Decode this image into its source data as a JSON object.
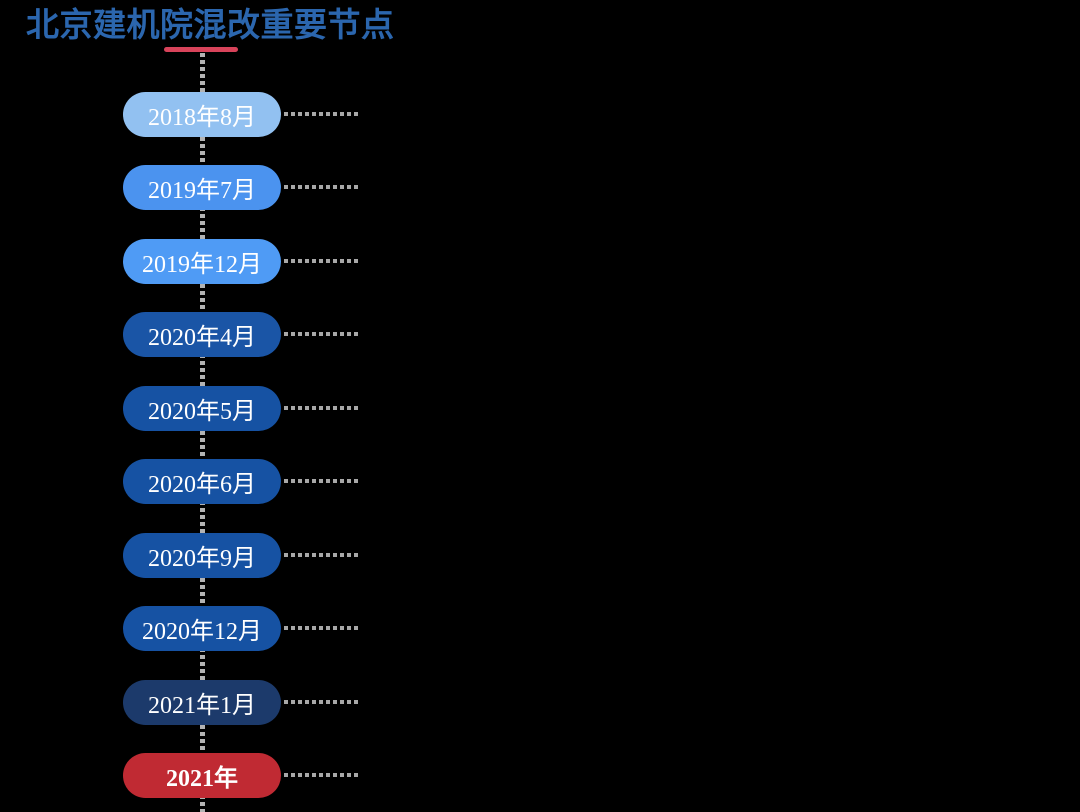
{
  "title": {
    "text": "北京建机院混改重要节点",
    "color": "#2b66ae",
    "underline_color": "#d8435a"
  },
  "timeline": {
    "axis_color": "#b3b3b3",
    "connector_color": "#a8a8a8",
    "label_text_color": "#ffffff",
    "items": [
      {
        "label": "2018年8月",
        "color": "#92c1f1",
        "bold": false
      },
      {
        "label": "2019年7月",
        "color": "#4b93ef",
        "bold": false
      },
      {
        "label": "2019年12月",
        "color": "#4f9bf5",
        "bold": false
      },
      {
        "label": "2020年4月",
        "color": "#1a55a6",
        "bold": false
      },
      {
        "label": "2020年5月",
        "color": "#1652a3",
        "bold": false
      },
      {
        "label": "2020年6月",
        "color": "#1652a3",
        "bold": false
      },
      {
        "label": "2020年9月",
        "color": "#1652a3",
        "bold": false
      },
      {
        "label": "2020年12月",
        "color": "#1652a3",
        "bold": false
      },
      {
        "label": "2021年1月",
        "color": "#1c3a6b",
        "bold": false
      },
      {
        "label": "2021年",
        "color": "#c02a33",
        "bold": true
      }
    ]
  }
}
